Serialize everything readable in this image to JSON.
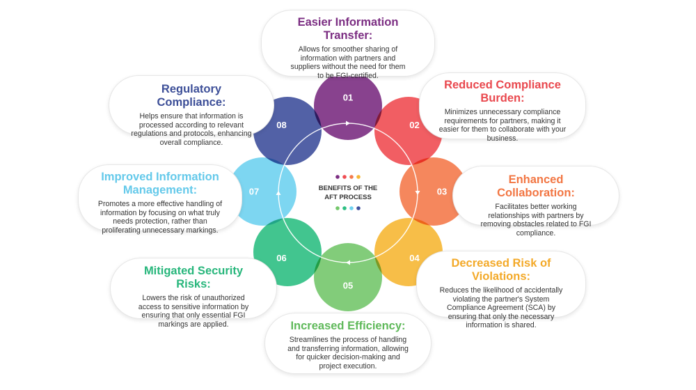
{
  "center": {
    "line1": "BENEFITS OF THE",
    "line2": "AFT PROCESS"
  },
  "benefits": [
    {
      "number": "01",
      "color": "#7b2d82",
      "title": "Easier Information Transfer:",
      "description": "Allows for smoother sharing of information with partners and suppliers without the need for them to be FGI-certified."
    },
    {
      "number": "02",
      "color": "#ef4d52",
      "title": "Reduced Compliance Burden:",
      "description": "Minimizes unnecessary compliance requirements for partners, making it easier for them to collaborate with your business."
    },
    {
      "number": "03",
      "color": "#f47a4b",
      "title": "Enhanced Collaboration:",
      "description": "Facilitates better working relationships with partners by removing obstacles related to FGI compliance."
    },
    {
      "number": "04",
      "color": "#f6b734",
      "title": "Decreased Risk of Violations:",
      "description": "Reduces the likelihood of accidentally violating the partner's System Compliance Agreement (SCA) by ensuring that only the necessary information is shared."
    },
    {
      "number": "05",
      "color": "#74c76b",
      "title": "Increased Efficiency:",
      "description": "Streamlines the process of handling and transferring information, allowing for quicker decision-making and project execution."
    },
    {
      "number": "06",
      "color": "#2dbf83",
      "title": "Mitigated Security Risks:",
      "description": "Lowers the risk of unauthorized access to sensitive information by ensuring that only essential FGI markings are applied."
    },
    {
      "number": "07",
      "color": "#6fd2f0",
      "title": "Improved Information Management:",
      "description": "Promotes a more effective handling of information by focusing on what truly needs protection, rather than proliferating unnecessary markings."
    },
    {
      "number": "08",
      "color": "#3f509c",
      "title": "Regulatory Compliance:",
      "description": "Helps ensure that information is processed according to relevant regulations and protocols, enhancing overall compliance."
    }
  ],
  "dot_colors_top": [
    "#7b2d82",
    "#ef4d52",
    "#f47a4b",
    "#f6b734"
  ],
  "dot_colors_bottom": [
    "#74c76b",
    "#2dbf83",
    "#6fd2f0",
    "#3f509c"
  ]
}
